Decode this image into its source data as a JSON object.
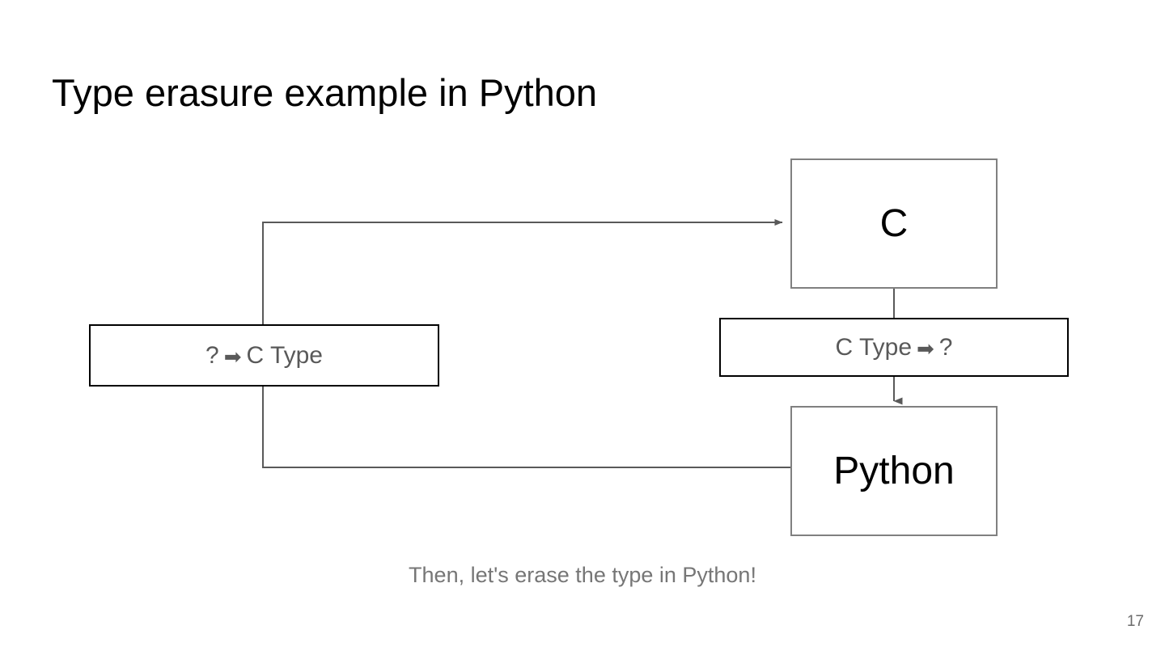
{
  "slide": {
    "title": "Type erasure example in Python",
    "caption": "Then, let's erase the type in Python!",
    "page_number": "17",
    "background_color": "#ffffff"
  },
  "colors": {
    "title_text": "#000000",
    "box_border_gray": "#808080",
    "box_border_black": "#000000",
    "label_text_gray": "#595959",
    "caption_text": "#767676",
    "connector_line": "#595959",
    "page_number_text": "#6b6b6b"
  },
  "diagram": {
    "nodes": [
      {
        "id": "c",
        "label": "C",
        "border": "#808080"
      },
      {
        "id": "python",
        "label": "Python",
        "border": "#808080"
      }
    ],
    "labels": [
      {
        "id": "erase-left",
        "prefix": "?",
        "arrow": "➡",
        "suffix": "C Type",
        "border": "#000000"
      },
      {
        "id": "erase-right",
        "prefix": "C Type",
        "arrow": "➡",
        "suffix": "?",
        "border": "#000000"
      }
    ],
    "connectors": [
      {
        "id": "python-to-c-loop",
        "arrowhead": "right",
        "target": "c"
      },
      {
        "id": "c-to-ctype-label",
        "arrowhead": "none",
        "target": "erase-right"
      },
      {
        "id": "ctype-label-to-python",
        "arrowhead": "down",
        "target": "python"
      }
    ]
  }
}
